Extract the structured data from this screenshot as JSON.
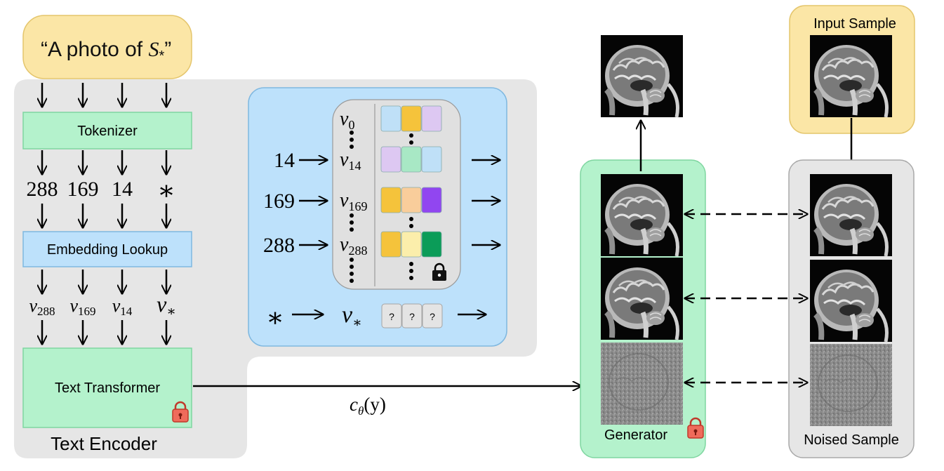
{
  "prompt": {
    "prefix": "“A photo of ",
    "symbol": "S",
    "symbol_sub": "*",
    "suffix": "”"
  },
  "encoder": {
    "title": "Text Encoder",
    "tokenizer_label": "Tokenizer",
    "embedding_label": "Embedding Lookup",
    "transformer_label": "Text Transformer",
    "token_ids": [
      "288",
      "169",
      "14",
      "∗"
    ],
    "embeddings": [
      {
        "base": "v",
        "sub": "288"
      },
      {
        "base": "v",
        "sub": "169"
      },
      {
        "base": "v",
        "sub": "14"
      },
      {
        "base": "v",
        "sub": "∗"
      }
    ]
  },
  "lookup": {
    "rows": [
      {
        "input": "",
        "base": "v",
        "sub": "0",
        "colors": [
          "#bfe0f7",
          "#f5c33b",
          "#ddc8f2"
        ]
      },
      {
        "input": "14",
        "base": "v",
        "sub": "14",
        "colors": [
          "#ddc8f2",
          "#a8e8c5",
          "#bfe0f7"
        ]
      },
      {
        "input": "169",
        "base": "v",
        "sub": "169",
        "colors": [
          "#f5c33b",
          "#f9cd9b",
          "#9146f0"
        ]
      },
      {
        "input": "288",
        "base": "v",
        "sub": "288",
        "colors": [
          "#f5c33b",
          "#fbeeab",
          "#0b9c58"
        ]
      }
    ],
    "new_input": "∗",
    "new_base": "v",
    "new_sub": "∗",
    "unknown": [
      "?",
      "?",
      "?"
    ]
  },
  "conditioning": {
    "base": "c",
    "sub": "θ",
    "arg": "(y)"
  },
  "generator": {
    "label": "Generator"
  },
  "input_sample": {
    "label": "Input Sample"
  },
  "noised_sample": {
    "label": "Noised Sample"
  },
  "colors": {
    "encoder_bg": "#e6e6e6",
    "green": "#b4f2cc",
    "green_border": "#7fd6a0",
    "blue": "#bde1fb",
    "blue_border": "#7fb8e0",
    "yellow": "#fbe6a6",
    "yellow_border": "#e4c56c",
    "lock": "#ef6b5b"
  },
  "icons": [
    "lock-icon",
    "mri-brain-image",
    "noise-residual-image"
  ]
}
